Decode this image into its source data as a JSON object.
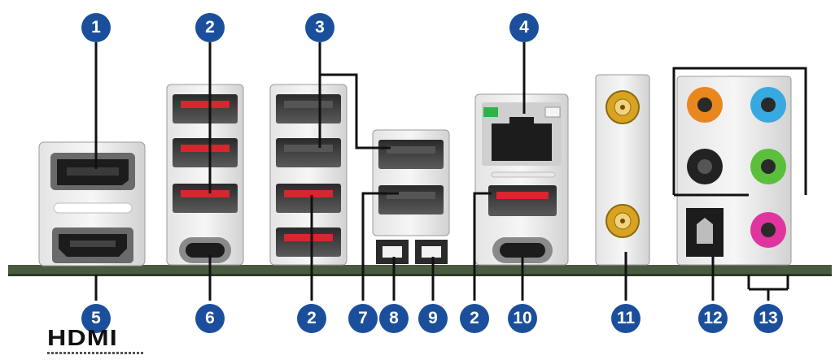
{
  "callouts": [
    {
      "id": "1",
      "label": "1"
    },
    {
      "id": "2a",
      "label": "2"
    },
    {
      "id": "3",
      "label": "3"
    },
    {
      "id": "4",
      "label": "4"
    },
    {
      "id": "5",
      "label": "5"
    },
    {
      "id": "6",
      "label": "6"
    },
    {
      "id": "2b",
      "label": "2"
    },
    {
      "id": "7",
      "label": "7"
    },
    {
      "id": "8",
      "label": "8"
    },
    {
      "id": "9",
      "label": "9"
    },
    {
      "id": "2c",
      "label": "2"
    },
    {
      "id": "10",
      "label": "10"
    },
    {
      "id": "11",
      "label": "11"
    },
    {
      "id": "12",
      "label": "12"
    },
    {
      "id": "13",
      "label": "13"
    }
  ],
  "logo": {
    "text": "HDMI"
  },
  "colors": {
    "badge": "#1b4f9c",
    "board": "#4a5a3e",
    "usb_red": "#d6262e",
    "lan_led_green": "#2fb24a",
    "antenna_gold": "#d9a321",
    "jack_orange": "#e8871e",
    "jack_blue": "#38a9e0",
    "jack_black": "#222222",
    "jack_green": "#5cbf3b",
    "jack_pink": "#e0359e"
  }
}
